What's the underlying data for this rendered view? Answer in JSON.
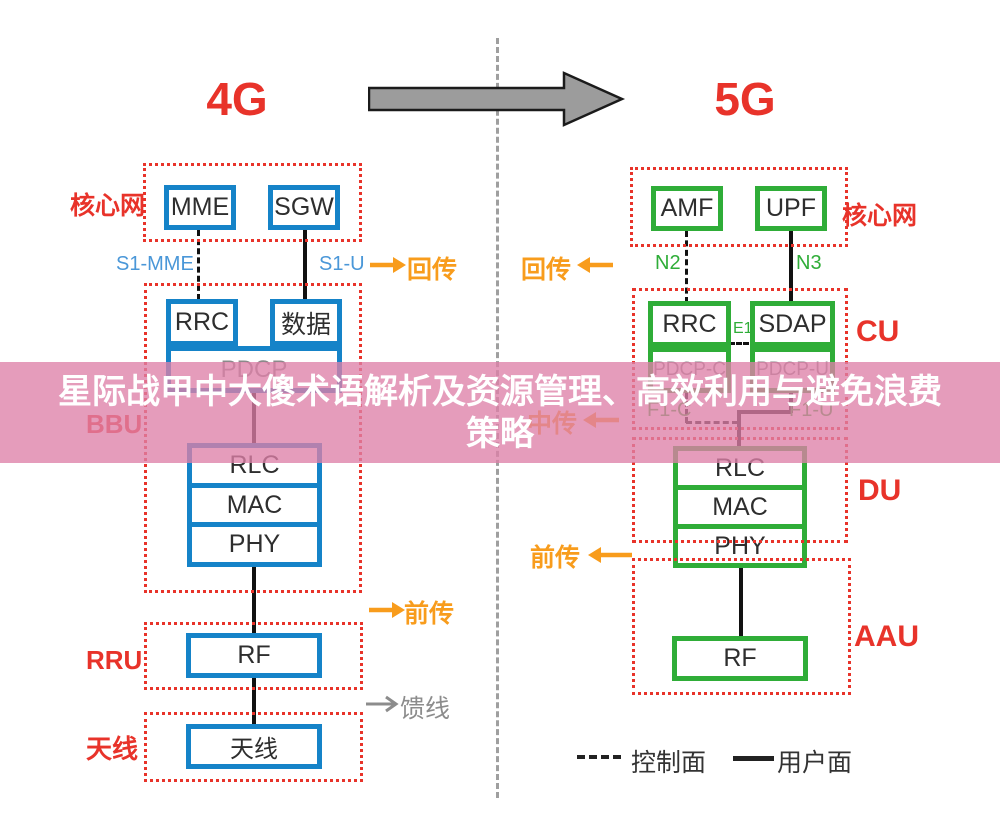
{
  "banner": {
    "line1": "星际战甲中大傻术语解析及资源管理、高效利用与避免浪费",
    "line2": "策略"
  },
  "header": {
    "left_title": "4G",
    "right_title": "5G"
  },
  "colors": {
    "red": "#e8332a",
    "blue": "#1583c8",
    "green": "#2fad38",
    "orange": "#f89c1c",
    "gray": "#8c8c8c",
    "banner_pink": "#e09cba"
  },
  "g4": {
    "core_label": "核心网",
    "mme": "MME",
    "sgw": "SGW",
    "s1_mme": "S1-MME",
    "s1_u": "S1-U",
    "backhaul": "回传",
    "bbu_label": "BBU",
    "rrc": "RRC",
    "data": "数据",
    "pdcp": "PDCP",
    "rlc": "RLC",
    "mac": "MAC",
    "phy": "PHY",
    "fronthaul": "前传",
    "rru_label": "RRU",
    "rf": "RF",
    "feeder": "馈线",
    "antenna_label": "天线",
    "antenna": "天线"
  },
  "g5": {
    "core_label": "核心网",
    "amf": "AMF",
    "upf": "UPF",
    "n2": "N2",
    "n3": "N3",
    "backhaul": "回传",
    "midhaul": "中传",
    "fronthaul": "前传",
    "cu_label": "CU",
    "rrc": "RRC",
    "sdap": "SDAP",
    "e1": "E1",
    "pdcp_c": "PDCP-C",
    "pdcp_u": "PDCP-U",
    "f1_c": "F1-C",
    "f1_u": "F1-U",
    "du_label": "DU",
    "rlc": "RLC",
    "mac": "MAC",
    "phy": "PHY",
    "aau_label": "AAU",
    "rf": "RF"
  },
  "legend": {
    "control": "控制面",
    "user": "用户面"
  }
}
